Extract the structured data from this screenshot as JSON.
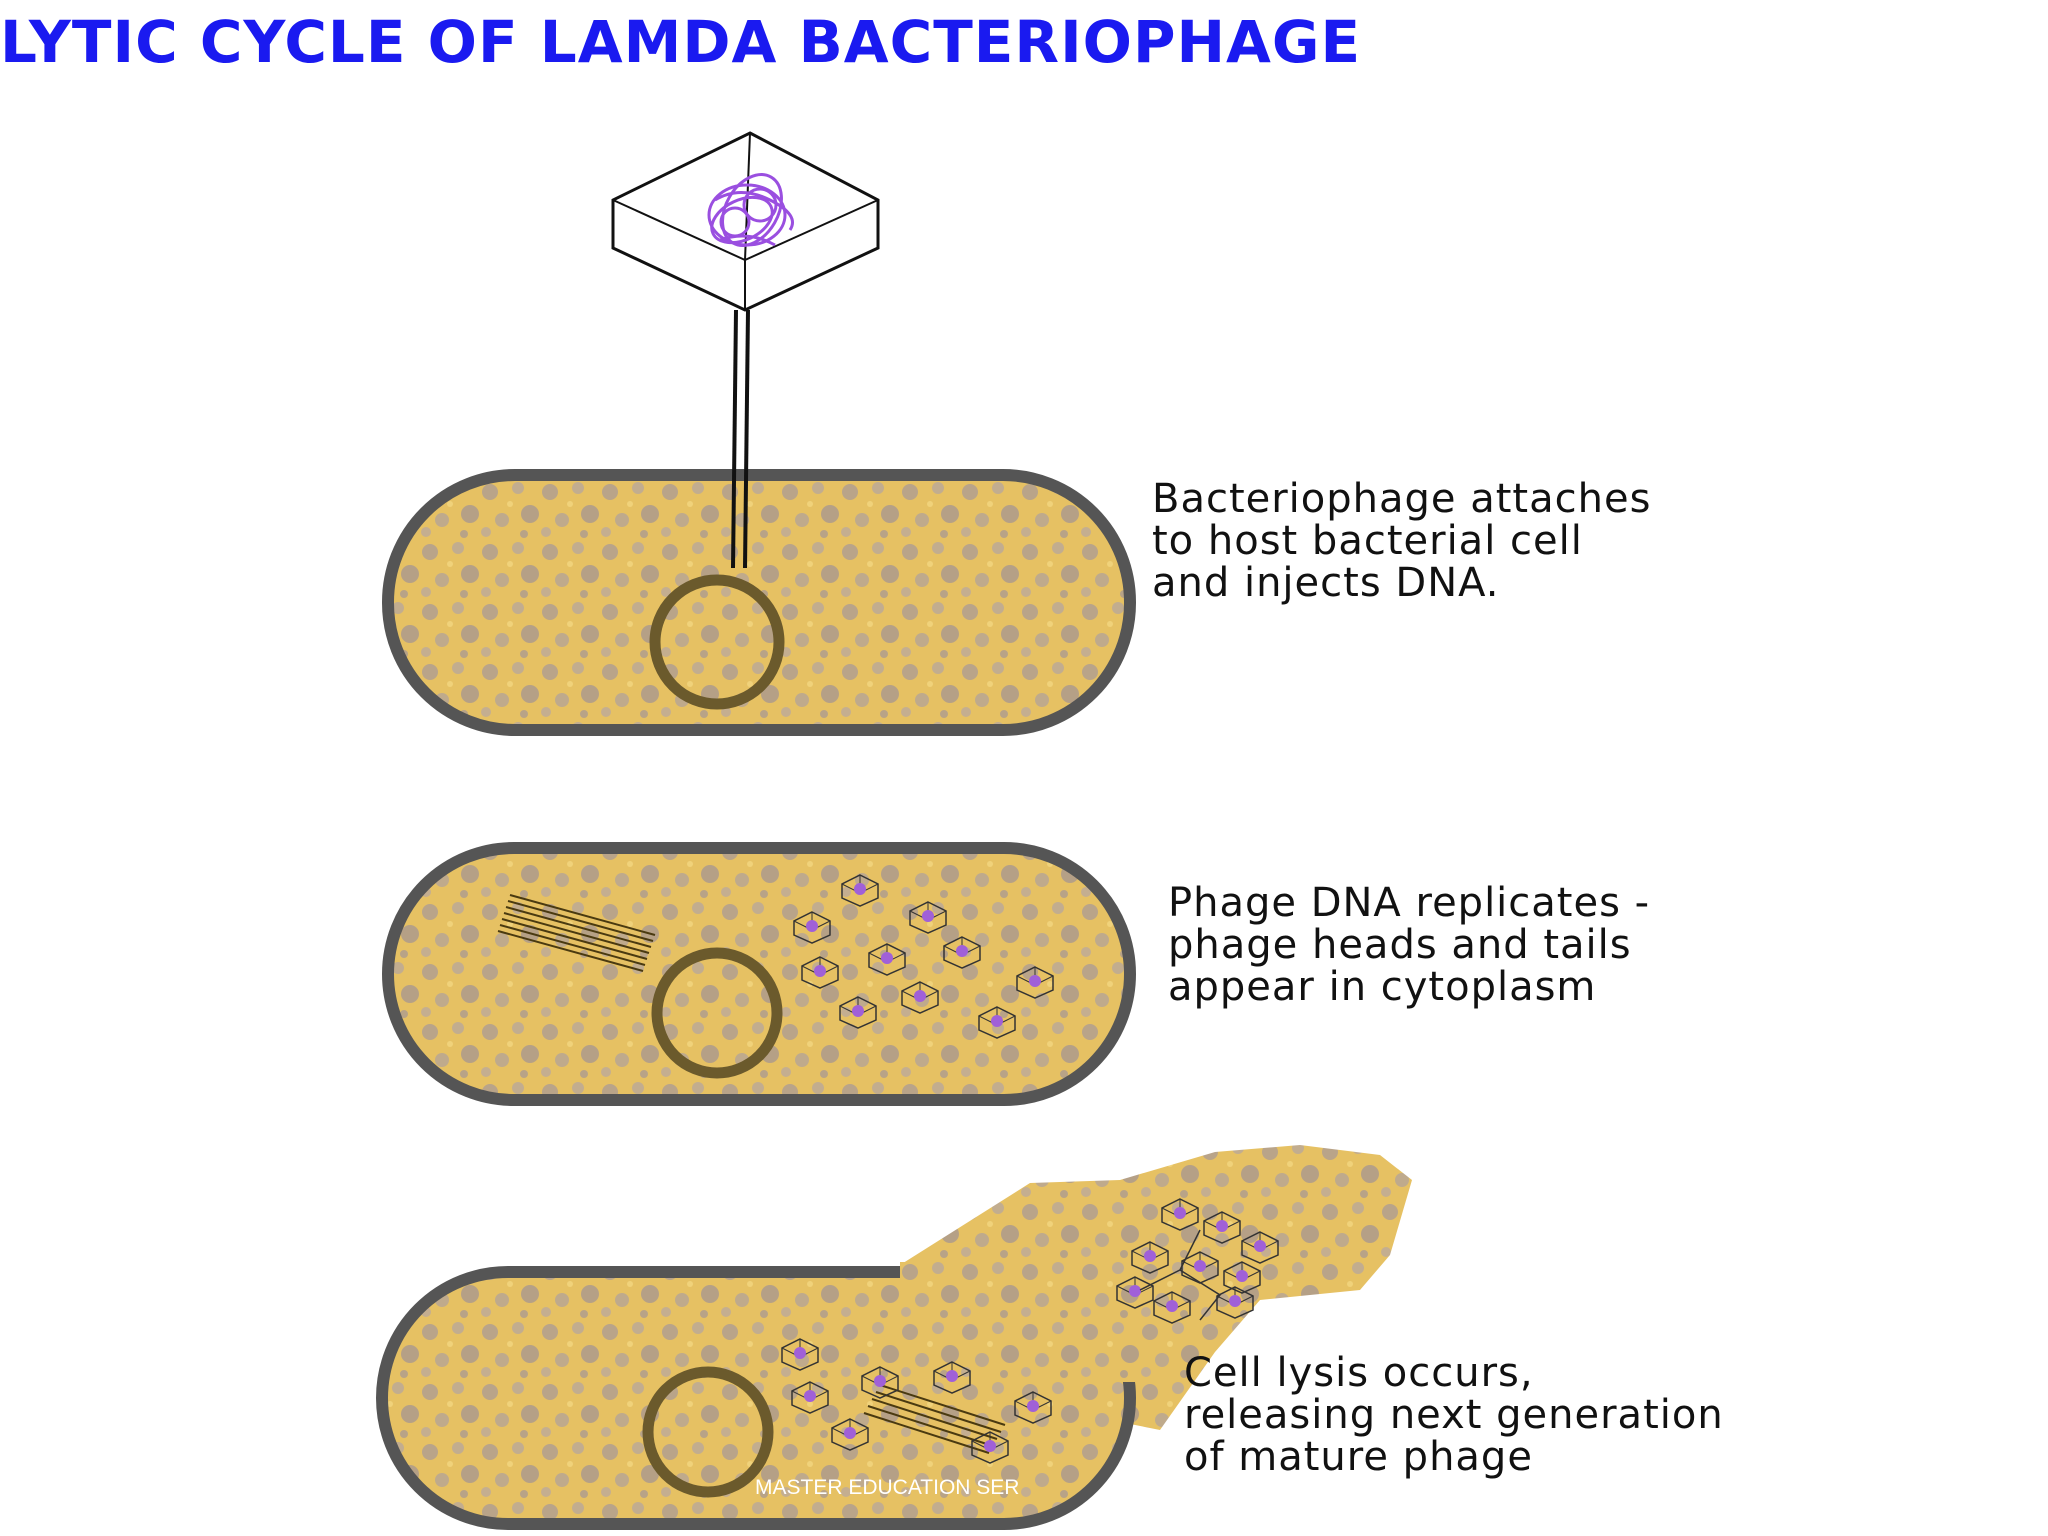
{
  "title": "LYTIC CYCLE OF LAMDA BACTERIOPHAGE",
  "steps": [
    {
      "lines": [
        "Bacteriophage attaches",
        "to host bacterial cell",
        "and injects DNA."
      ]
    },
    {
      "lines": [
        "Phage DNA replicates -",
        "phage heads and tails",
        "appear in cytoplasm"
      ]
    },
    {
      "lines": [
        "Cell lysis occurs,",
        "releasing next generation",
        "of mature phage"
      ]
    }
  ],
  "watermark": "MASTER EDUCATION SER",
  "colors": {
    "title": "#1a1af0",
    "cytoplasm": "#e8c060",
    "membrane": "#555555",
    "dna": "#9a4fe0"
  }
}
